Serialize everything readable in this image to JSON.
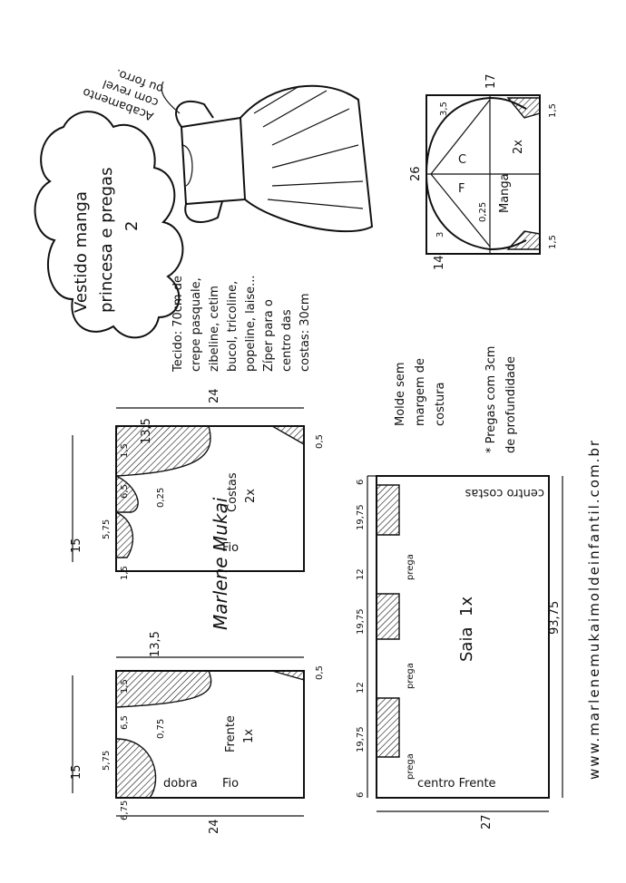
{
  "title": {
    "line1": "Vestido manga",
    "line2": "princesa e pregas",
    "line3": "2"
  },
  "note_acabamento": {
    "l1": "Acabamento",
    "l2": "com revel",
    "l3": "ou forro."
  },
  "fabric": {
    "l1": "Tecido: 70cm de",
    "l2": "crepe pasquale,",
    "l3": "zibeline, cetim",
    "l4": "bucol, tricoline,",
    "l5": "popeline, laise...",
    "l6": "Zíper para o",
    "l7": "centro das",
    "l8": "costas: 30cm"
  },
  "molde_note": {
    "l1": "Molde sem",
    "l2": "margem de",
    "l3": "costura"
  },
  "pregas_note": {
    "l1": "* Pregas com 3cm",
    "l2": "de profundidade"
  },
  "website": "www.marlenemukaimoldeinfantil.com.br",
  "signature": "Marlene Mukai",
  "sleeve": {
    "label": "Manga",
    "qty": "2x",
    "f": "F",
    "c": "C",
    "m17": "17",
    "m26": "26",
    "m35": "3,5",
    "m3": "3",
    "m14": "14",
    "m15a": "1,5",
    "m15b": "1,5",
    "m025": "0,25"
  },
  "costas": {
    "label": "Costas",
    "qty": "2x",
    "fio": "Fio",
    "m24": "24",
    "m135": "13,5",
    "m15": "15",
    "m05": "0,5",
    "m15b": "1,5",
    "m65": "6,5",
    "m575": "5,75",
    "m025": "0,25",
    "m15c": "1,5"
  },
  "frente": {
    "label": "Frente",
    "qty": "1x",
    "fio": "Fio",
    "dobra": "dobra",
    "m24": "24",
    "m135": "13,5",
    "m15": "15",
    "m05": "0,5",
    "m15b": "1,5",
    "m65": "6,5",
    "m575": "5,75",
    "m675": "6,75",
    "m075": "0,75"
  },
  "saia": {
    "label": "Saia",
    "qty": "1x",
    "centro_frente": "centro Frente",
    "centro_costas": "centro costas",
    "m9375": "93,75",
    "m27": "27",
    "prega": "prega",
    "marks": [
      "6",
      "19,75",
      "12",
      "19,75",
      "12",
      "19,75",
      "6"
    ]
  }
}
